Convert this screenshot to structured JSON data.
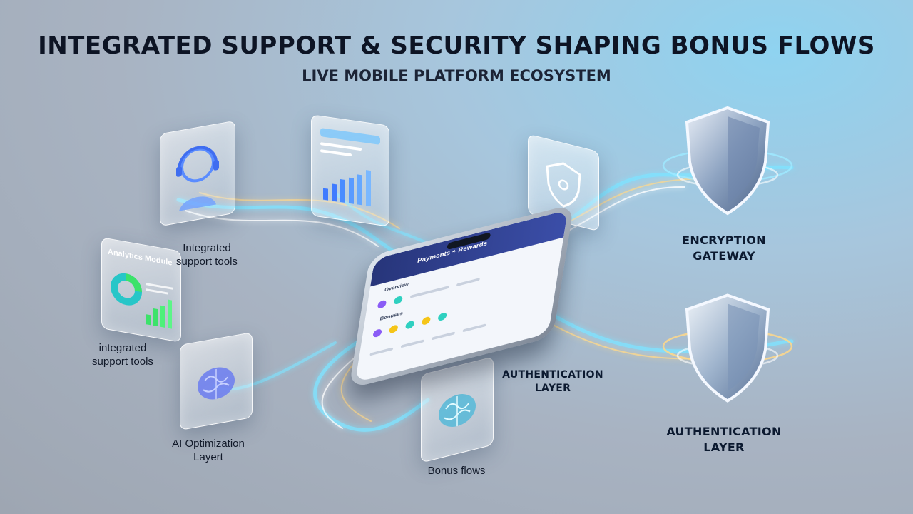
{
  "header": {
    "title": "INTEGRATED SUPPORT & SECURITY SHAPING BONUS FLOWS",
    "subtitle": "LIVE MOBILE PLATFORM ECOSYSTEM"
  },
  "labels": {
    "support_tools_1": "Integrated\nsupport tools",
    "support_tools_2": "integrated\nsupport tools",
    "ai_layer": "AI Optimization\nLayert",
    "bonus_flows": "Bonus flows",
    "auth_layer_center": "AUTHENTICATION\nLAYER",
    "encryption_gateway": "ENCRYPTION\nGATEWAY",
    "auth_layer_right": "AUTHENTICATION\nLAYER"
  },
  "cards": {
    "analytics_module_title": "Analytics Module"
  },
  "phone": {
    "header_text": "Payments + Rewards",
    "section_1": "Overview",
    "section_2": "Bonuses"
  },
  "colors": {
    "flow_blue": "#7fe3ff",
    "flow_gold": "#ffd98a",
    "phone_header": "#2c3b88",
    "title": "#0d1424",
    "dot_purple": "#8a5cf6",
    "dot_teal": "#2fd0c0",
    "dot_yellow": "#f5c518"
  },
  "icons": {
    "support": "headset-agent-icon",
    "chart": "bar-chart-icon",
    "security": "shield-lock-icon",
    "analytics": "donut-chart-icon",
    "ai": "brain-icon",
    "shields": "security-shield-icon"
  }
}
